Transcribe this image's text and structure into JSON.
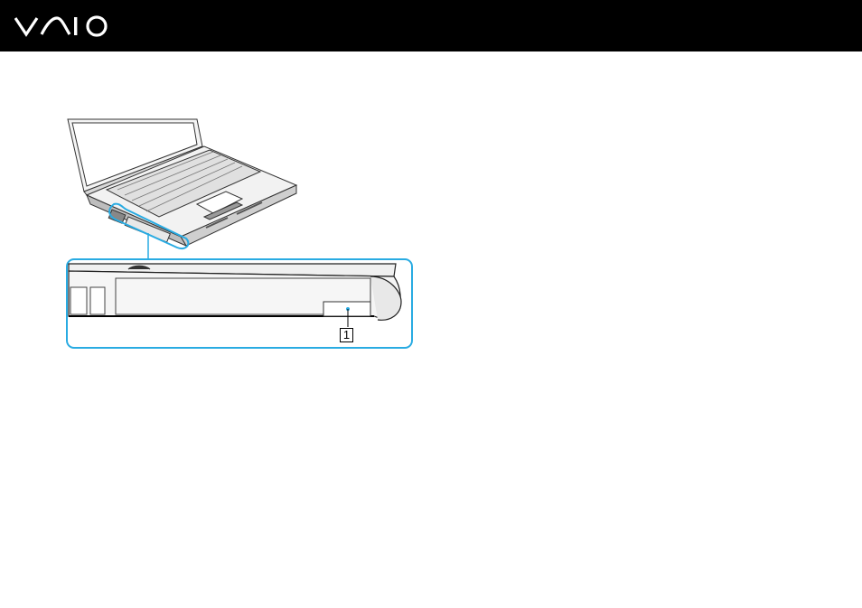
{
  "header": {
    "logo_icon": "vaio-logo",
    "background": "#000000",
    "logo_color": "#ffffff"
  },
  "figure": {
    "subject": "laptop-side-view-illustration",
    "highlight_color": "#29abe2",
    "callouts": [
      {
        "label": "1"
      }
    ]
  }
}
